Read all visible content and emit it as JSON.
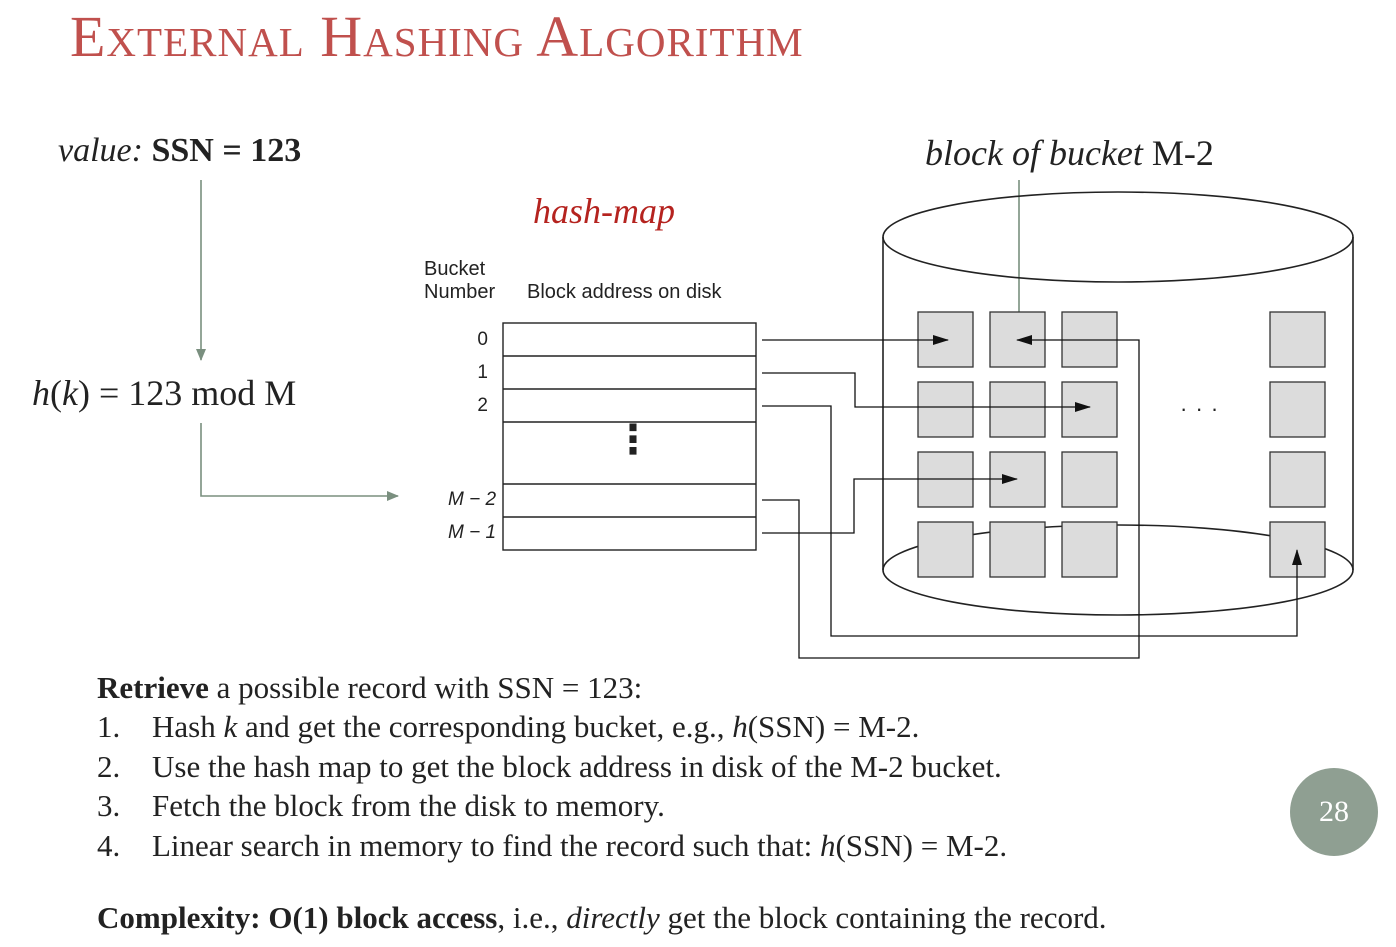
{
  "slide": {
    "title": "External Hashing Algorithm",
    "page_number": "28"
  },
  "diagram": {
    "value_label": {
      "prefix": "value:",
      "key": "SSN = 123"
    },
    "hash_function": {
      "fn": "h",
      "arg": "k",
      "rest": " = 123 mod M"
    },
    "hashmap_label": "hash-map",
    "block_label": {
      "italic": "block of bucket",
      "rest": " M-2"
    },
    "table": {
      "bucket_header_line1": "Bucket",
      "bucket_header_line2": "Number",
      "address_header": "Block address on disk",
      "rows": [
        "0",
        "1",
        "2",
        "M − 2",
        "M − 1"
      ],
      "ellipsis": "⋮"
    },
    "disk_ellipsis": "· · ·"
  },
  "retrieve": {
    "lead_bold": "Retrieve",
    "lead_rest": " a possible record with SSN = 123:",
    "steps": [
      {
        "num": "1.",
        "a": "Hash ",
        "k": "k",
        "b": " and get the corresponding bucket, e.g., ",
        "h": "h",
        "c": "(SSN) = M-2."
      },
      {
        "num": "2.",
        "text": "Use the hash map to get the block address in disk of the M-2 bucket."
      },
      {
        "num": "3.",
        "text": "Fetch the block from the disk to memory."
      },
      {
        "num": "4.",
        "a": "Linear search in memory to find the record such that: ",
        "h": "h",
        "c": "(SSN) = M-2."
      }
    ]
  },
  "complexity": {
    "bold": "Complexity: O(1) block access",
    "mid": ", i.e., ",
    "italic": "directly",
    "rest": " get the block containing the record."
  },
  "colors": {
    "title": "#c0504d",
    "hashmap_label": "#b5231f",
    "flow_arrow": "#7a8f7f",
    "block_fill": "#dcdcdc",
    "badge": "#8f9f92"
  }
}
